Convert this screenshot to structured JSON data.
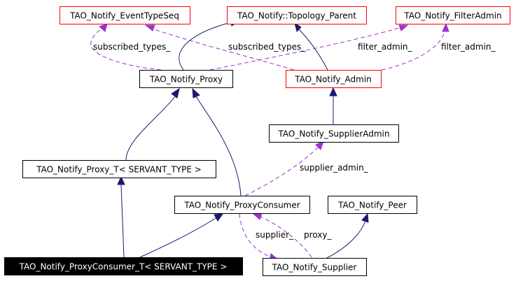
{
  "nodes": {
    "event_type_seq": {
      "label": "TAO_Notify_EventTypeSeq",
      "color": "#ff0000"
    },
    "topology_parent": {
      "label": "TAO_Notify::Topology_Parent",
      "color": "#ff0000"
    },
    "filter_admin": {
      "label": "TAO_Notify_FilterAdmin",
      "color": "#ff0000"
    },
    "proxy": {
      "label": "TAO_Notify_Proxy",
      "color": "#000000"
    },
    "admin": {
      "label": "TAO_Notify_Admin",
      "color": "#ff0000"
    },
    "supplier_admin": {
      "label": "TAO_Notify_SupplierAdmin",
      "color": "#000000"
    },
    "proxy_t": {
      "label": "TAO_Notify_Proxy_T< SERVANT_TYPE >",
      "color": "#000000"
    },
    "proxy_consumer": {
      "label": "TAO_Notify_ProxyConsumer",
      "color": "#000000"
    },
    "peer": {
      "label": "TAO_Notify_Peer",
      "color": "#000000"
    },
    "proxy_consumer_t": {
      "label": "TAO_Notify_ProxyConsumer_T< SERVANT_TYPE >",
      "color": "#000000"
    },
    "supplier": {
      "label": "TAO_Notify_Supplier",
      "color": "#000000"
    }
  },
  "edge_labels": {
    "subscribed_types_1": "subscribed_types_",
    "subscribed_types_2": "subscribed_types_",
    "filter_admin_1": "filter_admin_",
    "filter_admin_2": "filter_admin_",
    "supplier_admin": "supplier_admin_",
    "supplier": "supplier_",
    "proxy": "proxy_"
  },
  "colors": {
    "inheritance_edge": "#191970",
    "usage_edge": "#9a32cd",
    "highlight_node_fill": "#000000"
  }
}
